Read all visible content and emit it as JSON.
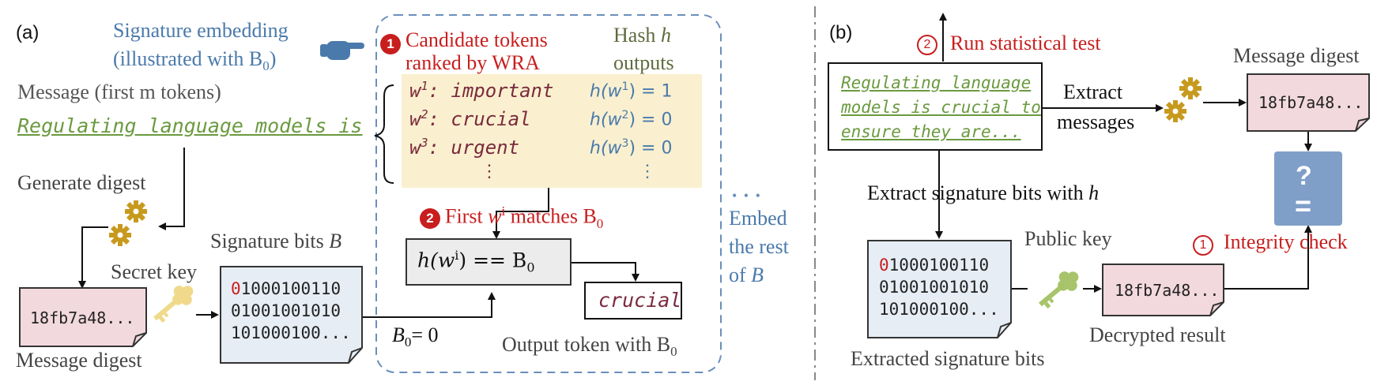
{
  "panel_a": {
    "label": "(a)",
    "sig_embed_line1": "Signature embedding",
    "sig_embed_line2": "(illustrated with B",
    "sig_embed_sub": "0",
    "sig_embed_close": ")",
    "message_label": "Message (first m tokens)",
    "message_text": "Regulating language models is",
    "generate_digest": "Generate digest",
    "secret_key": "Secret key",
    "digest_value": "18fb7a48...",
    "message_digest": "Message digest",
    "sig_bits_label": "Signature bits ",
    "sig_bits_var": "B",
    "bits_first": "0",
    "bits_line1_rest": "1000100110",
    "bits_line2": "01001001010",
    "bits_line3": "101000100...",
    "b0_eq": "B",
    "b0_sub": "0",
    "b0_val": "= 0",
    "step1_badge": "1",
    "step1_line1": "Candidate tokens",
    "step1_line2": "ranked by WRA",
    "hash_line1": "Hash ",
    "hash_var": "h",
    "hash_line2": "outputs",
    "candidates": [
      {
        "w": "w",
        "sup": "1",
        "word": ": important",
        "h": "h(w",
        "hsup": "1",
        "hval": ") = 1"
      },
      {
        "w": "w",
        "sup": "2",
        "word": ": crucial",
        "h": "h(w",
        "hsup": "2",
        "hval": ") = 0"
      },
      {
        "w": "w",
        "sup": "3",
        "word": ": urgent",
        "h": "h(w",
        "hsup": "3",
        "hval": ") = 0"
      }
    ],
    "vdots": "⋮",
    "step2_badge": "2",
    "step2_text1": "First ",
    "step2_w": "w",
    "step2_wsup": "i",
    "step2_text2": " matches B",
    "step2_sub": "0",
    "match_box": "h(w",
    "match_sup": "i",
    "match_rest": ") == B",
    "match_sub": "0",
    "output_token": "crucial",
    "output_label": "Output token with B",
    "output_sub": "0",
    "dots": "• • •",
    "embed_rest1": "Embed",
    "embed_rest2": "the rest",
    "embed_rest3": "of ",
    "embed_rest_var": "B"
  },
  "panel_b": {
    "label": "(b)",
    "step2_badge": "2",
    "run_test": "Run statistical test",
    "text_line1": "Regulating language",
    "text_line2": "models is crucial to",
    "text_line3": "ensure they are...",
    "extract_messages1": "Extract",
    "extract_messages2": "messages",
    "message_digest": "Message digest",
    "digest_value": "18fb7a48...",
    "question": "?",
    "equals": "=",
    "extract_sig": "Extract  signature bits with ",
    "extract_sig_var": "h",
    "public_key": "Public key",
    "step1_badge": "1",
    "integrity": "Integrity check",
    "bits_first": "0",
    "bits_line1_rest": "1000100110",
    "bits_line2": "01001001010",
    "bits_line3": "101000100...",
    "decrypted_value": "18fb7a48...",
    "decrypted_label": "Decrypted result",
    "extracted_label": "Extracted signature bits"
  },
  "colors": {
    "digest_fill": "#f2d9de",
    "bits_fill": "#e6edf5",
    "candidate_fill": "#faf0cf",
    "check_fill": "#7f9fc8",
    "gear": "#c79a1e",
    "key_yellow": "#f0d98a",
    "key_green": "#a7c46a",
    "dash_blue": "#6a8fba",
    "red": "#c81e1e"
  }
}
